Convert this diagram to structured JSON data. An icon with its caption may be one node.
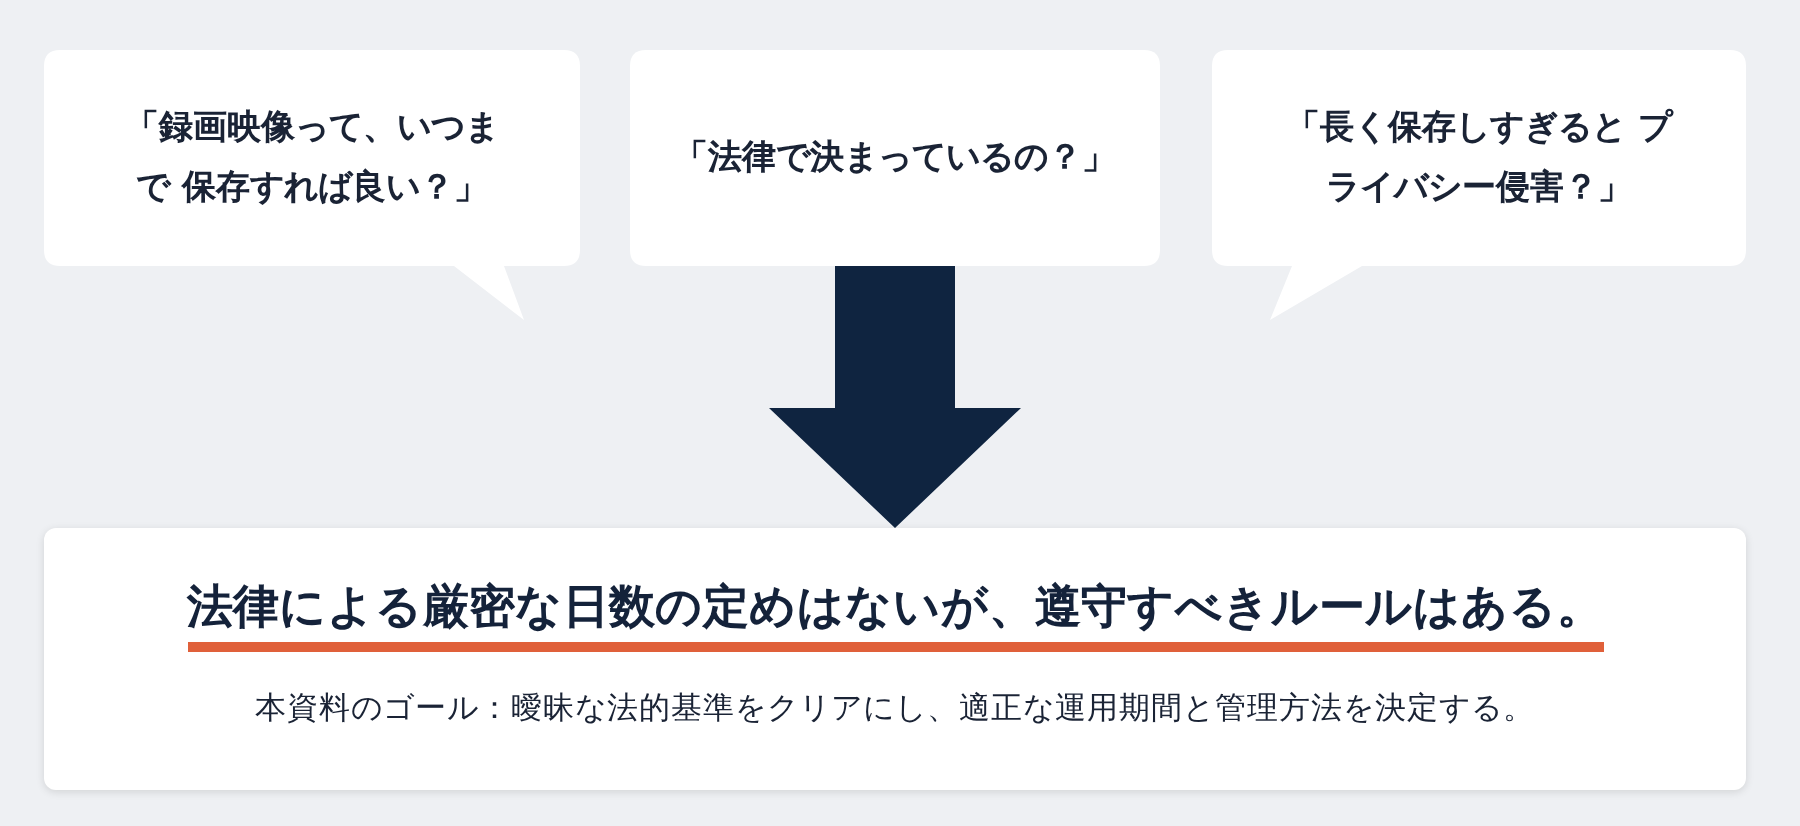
{
  "diagram": {
    "nodes": [
      {
        "text": [
          "「録画映像って、いつまで 保存すれば良い？」"
        ]
      },
      {
        "text": [
          "「法律で決まっているの？」"
        ]
      },
      {
        "text": [
          "「長く保存しすぎると プライバシー侵害？」"
        ]
      },
      {
        "text": [
          "法律による厳密な日数の定めはないが、遵守すべきルールはある。",
          "本資料のゴール：曖昧な法的基準をクリアにし、適正な運用期間と管理方法を決定する。"
        ]
      }
    ],
    "edges": [
      {
        "from": 1,
        "to": 3,
        "arrow": "to"
      }
    ]
  }
}
